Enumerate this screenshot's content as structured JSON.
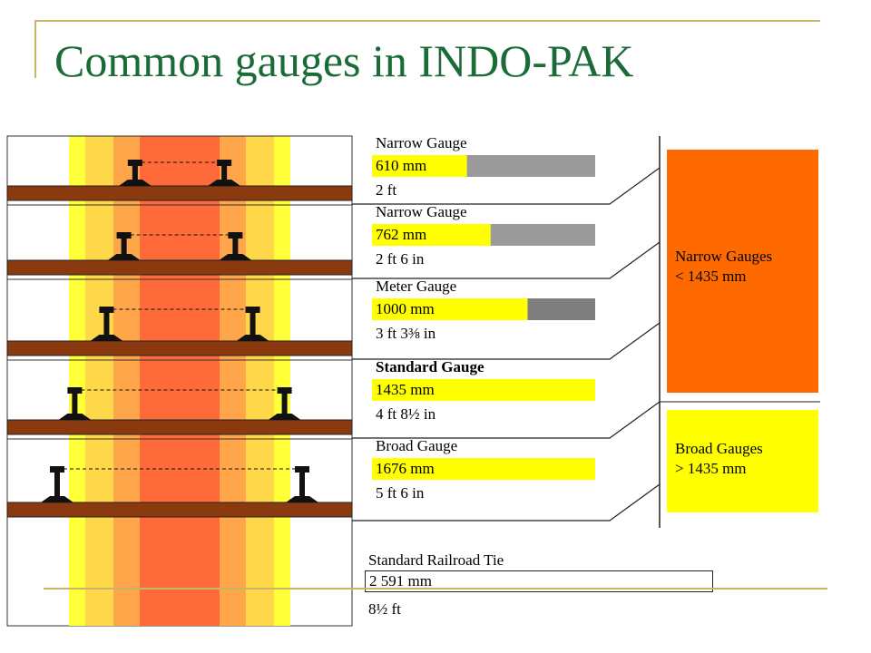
{
  "slide": {
    "title": "Common gauges in INDO-PAK",
    "accent_color": "#1a6b37",
    "frame_color": "#c8b56a"
  },
  "gauges": [
    {
      "name": "Narrow Gauge",
      "mm": 610,
      "mm_label": "610 mm",
      "imperial": "2 ft",
      "bold": false
    },
    {
      "name": "Narrow Gauge",
      "mm": 762,
      "mm_label": "762 mm",
      "imperial": "2 ft 6 in",
      "bold": false
    },
    {
      "name": "Meter Gauge",
      "mm": 1000,
      "mm_label": "1000 mm",
      "imperial": "3 ft 3⅜ in",
      "bold": false
    },
    {
      "name": "Standard Gauge",
      "mm": 1435,
      "mm_label": "1435 mm",
      "imperial": "4 ft 8½ in",
      "bold": true
    },
    {
      "name": "Broad Gauge",
      "mm": 1676,
      "mm_label": "1676 mm",
      "imperial": "5 ft 6 in",
      "bold": false
    }
  ],
  "tie": {
    "name": "Standard Railroad Tie",
    "mm": 2591,
    "mm_label": "2 591 mm",
    "imperial": "8½ ft"
  },
  "categories": [
    {
      "line1": "Narrow Gauges",
      "line2": "< 1435 mm",
      "color": "#ff6a00"
    },
    {
      "line1": "Broad Gauges",
      "line2": "> 1435 mm",
      "color": "#ffff00"
    }
  ],
  "colors": {
    "bar_fill": "#ffff00",
    "bar_rest": "#9a9a9a",
    "sleeper": "#8b3a10",
    "band_yellow": "#ffff3a",
    "band_gold": "#ffd84a",
    "band_orange": "#ffa64a",
    "band_red": "#ff6a3a"
  }
}
